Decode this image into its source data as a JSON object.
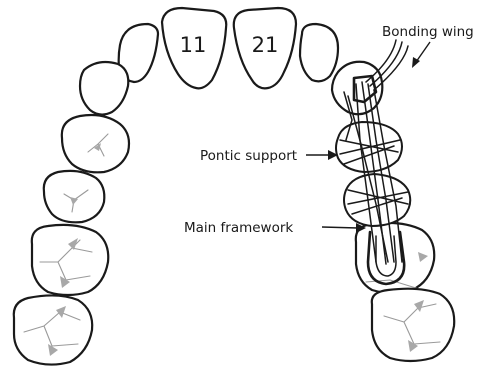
{
  "tooth_numbers": {
    "left_central": "11",
    "right_central": "21"
  },
  "labels": {
    "bonding_wing": "Bonding wing",
    "pontic_support": "Pontic support",
    "main_framework": "Main framework"
  }
}
